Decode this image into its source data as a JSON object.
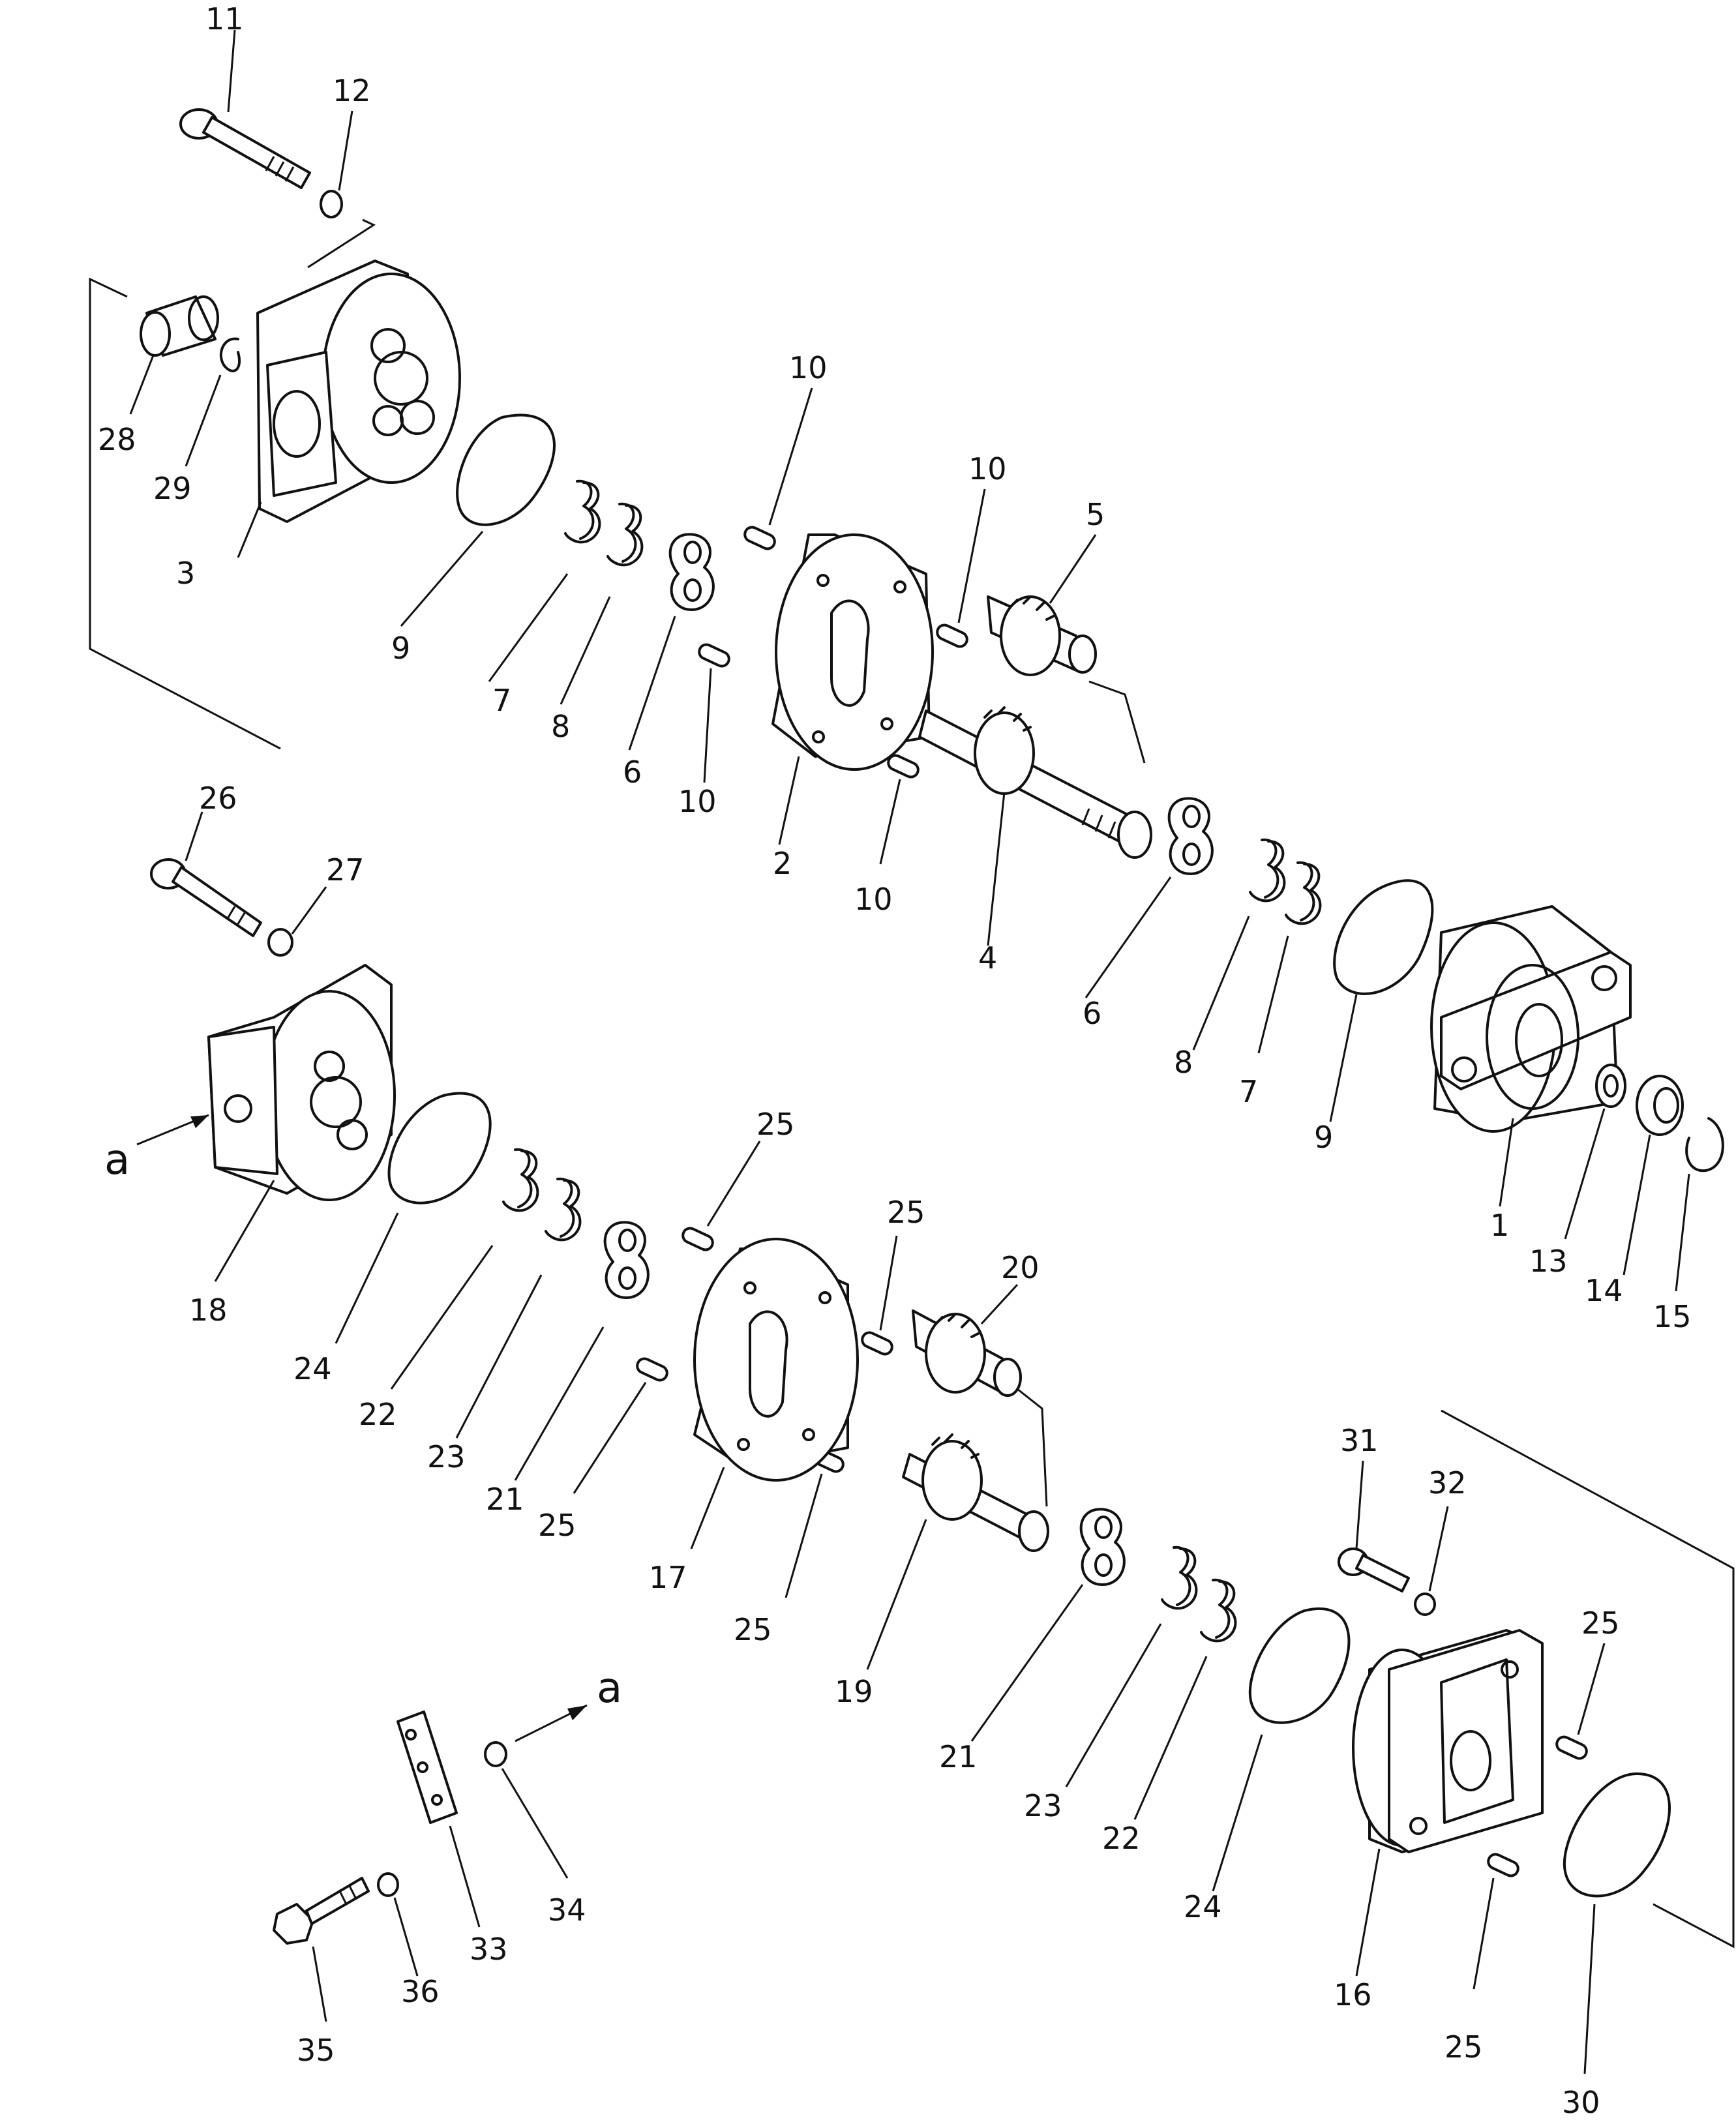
{
  "diagram": {
    "part_labels": {
      "p1": "1",
      "p2": "2",
      "p3": "3",
      "p4": "4",
      "p5": "5",
      "p6a": "6",
      "p6b": "6",
      "p7a": "7",
      "p7b": "7",
      "p8a": "8",
      "p8b": "8",
      "p9a": "9",
      "p9b": "9",
      "p10a": "10",
      "p10b": "10",
      "p10c": "10",
      "p10d": "10",
      "p11": "11",
      "p12": "12",
      "p13": "13",
      "p14": "14",
      "p15": "15",
      "p16": "16",
      "p17": "17",
      "p18": "18",
      "p19": "19",
      "p20": "20",
      "p21a": "21",
      "p21b": "21",
      "p22a": "22",
      "p22b": "22",
      "p23a": "23",
      "p23b": "23",
      "p24a": "24",
      "p24b": "24",
      "p25a": "25",
      "p25b": "25",
      "p25c": "25",
      "p25d": "25",
      "p25e": "25",
      "p25f": "25",
      "p26": "26",
      "p27": "27",
      "p28": "28",
      "p29": "29",
      "p30": "30",
      "p31": "31",
      "p32": "32",
      "p33": "33",
      "p34": "34",
      "p35": "35",
      "p36": "36"
    },
    "reference_marks": {
      "a_left": "a",
      "a_bottom": "a"
    }
  }
}
